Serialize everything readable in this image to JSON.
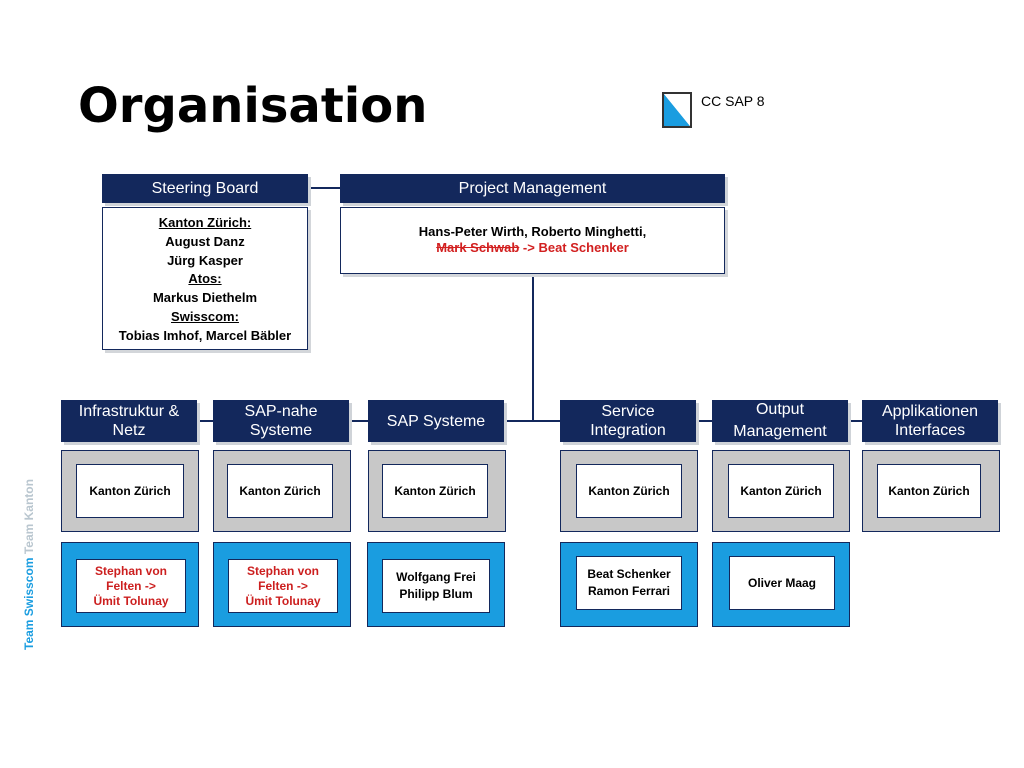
{
  "title": "Organisation",
  "logo_text": "CC SAP 8",
  "side_label": {
    "primary": "Team Swisscom",
    "secondary": "Team Kanton"
  },
  "steering_board": {
    "header": "Steering Board",
    "lines": [
      {
        "text": "Kanton Zürich:",
        "underline": true
      },
      {
        "text": "August Danz"
      },
      {
        "text": "Jürg Kasper"
      },
      {
        "text": "Atos:",
        "underline": true
      },
      {
        "text": "Markus Diethelm"
      },
      {
        "text": "Swisscom:",
        "underline": true
      },
      {
        "text": "Tobias Imhof, Marcel Bäbler"
      }
    ]
  },
  "project_management": {
    "header": "Project Management",
    "line1": "Hans-Peter Wirth, Roberto Minghetti,",
    "line2_struck": "Mark Schwab",
    "line2_rest": " -> Beat Schenker"
  },
  "teams": [
    {
      "header": "Infrastruktur & Netz",
      "kanton": "Kanton Zürich",
      "swisscom": [
        "Stephan von",
        "Felten ->",
        "Ümit Tolunay"
      ],
      "swisscom_red": true
    },
    {
      "header": "SAP-nahe Systeme",
      "kanton": "Kanton Zürich",
      "swisscom": [
        "Stephan von",
        "Felten ->",
        "Ümit Tolunay"
      ],
      "swisscom_red": true
    },
    {
      "header": "SAP Systeme",
      "kanton": "Kanton Zürich",
      "swisscom": [
        "Wolfgang Frei",
        "Philipp Blum"
      ],
      "swisscom_red": false
    },
    {
      "header": "Service Integration",
      "kanton": "Kanton Zürich",
      "swisscom": [
        "Beat Schenker",
        "Ramon Ferrari"
      ],
      "swisscom_red": false
    },
    {
      "header": "Output Management",
      "kanton": "Kanton Zürich",
      "swisscom": [
        "Oliver Maag"
      ],
      "swisscom_red": false
    },
    {
      "header": "Applikationen Interfaces",
      "kanton": "Kanton Zürich",
      "swisscom": [],
      "swisscom_red": false
    }
  ],
  "colors": {
    "navy": "#13285c",
    "blue": "#1a9de0",
    "grey": "#c8c8c8",
    "red": "#d22020"
  },
  "icons": {
    "logo": "zurich-flag-icon"
  }
}
